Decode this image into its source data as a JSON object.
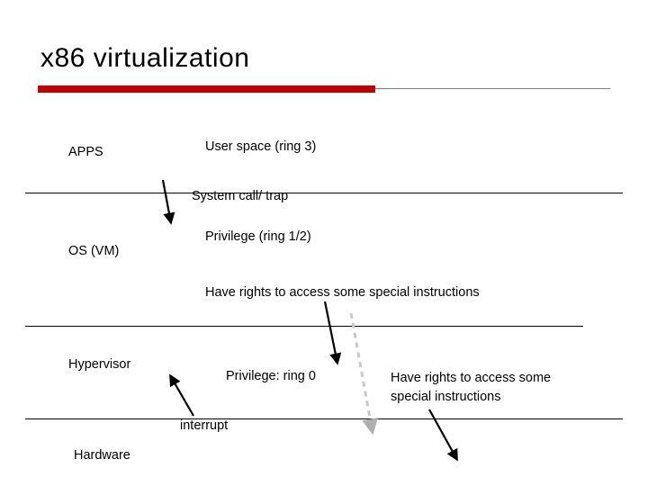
{
  "slide": {
    "title": "x86 virtualization",
    "accent_color": "#c00000",
    "rule_color": "#808080",
    "text_color": "#000000",
    "background": "#ffffff"
  },
  "labels": {
    "apps": "APPS",
    "user_space": "User space (ring 3)",
    "system_call_trap": "System call/ trap",
    "privilege_ring_1_2": "Privilege (ring 1/2)",
    "os_vm": "OS (VM)",
    "rights_special_instructions": "Have rights to access some special instructions",
    "hypervisor": "Hypervisor",
    "privilege_ring_0": "Privilege: ring 0",
    "rights_special_instructions_2": "Have rights to access some special instructions",
    "interrupt": "interrupt",
    "hardware": "Hardware"
  },
  "arrows": [
    {
      "name": "arrow-syscall-down",
      "style": "solid-black"
    },
    {
      "name": "arrow-rights-to-privilege0",
      "style": "solid-black"
    },
    {
      "name": "arrow-interrupt-up",
      "style": "solid-black"
    },
    {
      "name": "arrow-rights2-down",
      "style": "solid-black"
    },
    {
      "name": "arrow-dashed-gray-down",
      "style": "dashed-gray"
    }
  ]
}
